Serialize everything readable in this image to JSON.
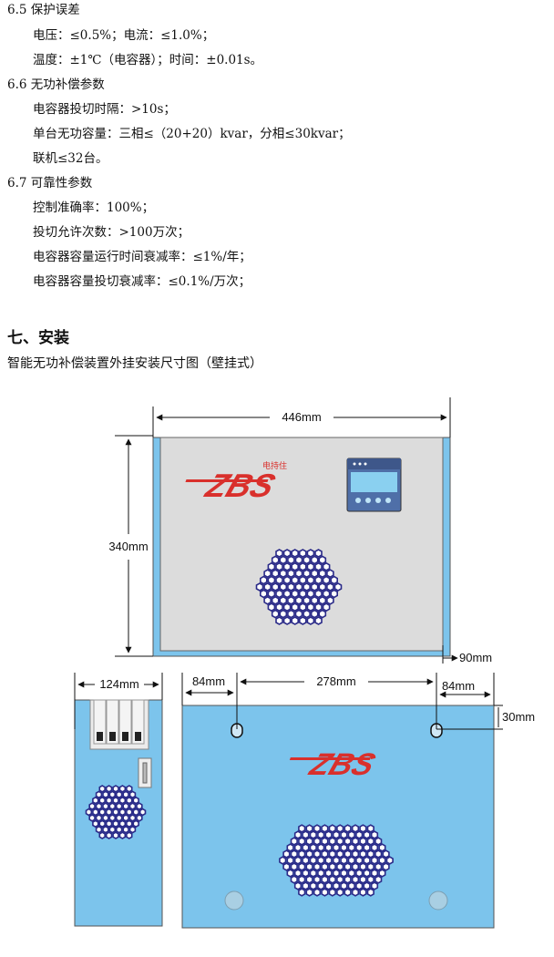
{
  "spec": {
    "s65": {
      "title": "6.5 保护误差",
      "line1": "电压：≤0.5%；电流：≤1.0%；",
      "line2": "温度：±1℃（电容器）；时间：±0.01s。"
    },
    "s66": {
      "title": "6.6 无功补偿参数",
      "line1": "电容器投切时隔：>10s；",
      "line2": "单台无功容量：三相≤（20+20）kvar，分相≤30kvar；",
      "line3": "联机≤32台。"
    },
    "s67": {
      "title": "6.7 可靠性参数",
      "line1": "控制准确率：100%；",
      "line2": "投切允许次数：>100万次；",
      "line3": "电容器容量运行时间衰减率：≤1%/年；",
      "line4": "电容器容量投切衰减率：≤0.1%/万次；"
    }
  },
  "install": {
    "heading": "七、安装",
    "caption": "智能无功补偿装置外挂安装尺寸图（壁挂式）"
  },
  "drawing": {
    "front": {
      "width_label": "446mm",
      "height_label": "340mm",
      "depth_label": "90mm",
      "logo_text": "电持住"
    },
    "side": {
      "width_label": "124mm"
    },
    "back": {
      "left_label": "84mm",
      "center_label": "278mm",
      "right_label": "84mm",
      "hole_offset_label": "30mm"
    }
  },
  "colors": {
    "panel_blue": "#7cc4ec",
    "front_gray": "#dcdcdc",
    "logo_red": "#d9302c",
    "hex_border": "#2a2a88",
    "frame": "#555555"
  }
}
